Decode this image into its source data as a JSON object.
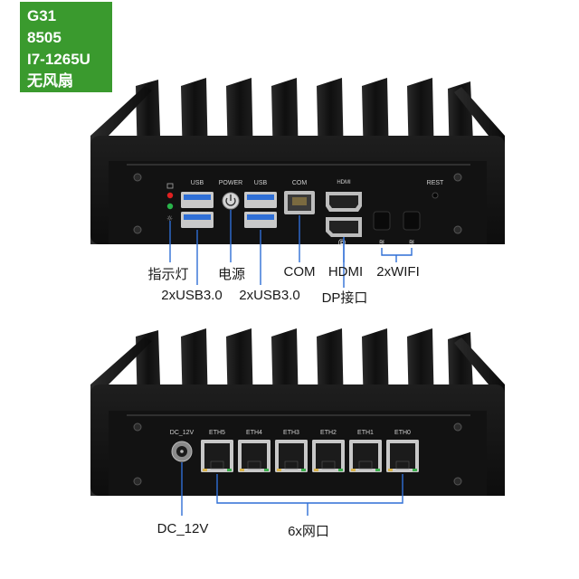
{
  "badge": {
    "line1": "G31",
    "line2": "8505",
    "line3": "I7-1265U",
    "line4": "无风扇"
  },
  "top_panel": {
    "port_labels": {
      "usb_left": "USB",
      "power": "POWER",
      "usb_right": "USB",
      "com": "COM",
      "hdmi": "HDMI",
      "rest": "REST"
    }
  },
  "bottom_panel": {
    "port_labels": {
      "dc": "DC_12V",
      "eth5": "ETH5",
      "eth4": "ETH4",
      "eth3": "ETH3",
      "eth2": "ETH2",
      "eth1": "ETH1",
      "eth0": "ETH0"
    }
  },
  "callouts": {
    "indicator": "指示灯",
    "power": "电源",
    "com": "COM",
    "hdmi": "HDMI",
    "wifi": "2xWIFI",
    "usb_left": "2xUSB3.0",
    "usb_right": "2xUSB3.0",
    "dp": "DP接口",
    "dc": "DC_12V",
    "lan": "6x网口"
  },
  "colors": {
    "badge": "#3a9a2e",
    "chassis": "#151515",
    "usb_blue": "#2f6fd6",
    "led_red": "#e02020",
    "led_green": "#29b34a",
    "callout_line": "#2f6fd6",
    "rj45_led": "#d8b24a"
  }
}
